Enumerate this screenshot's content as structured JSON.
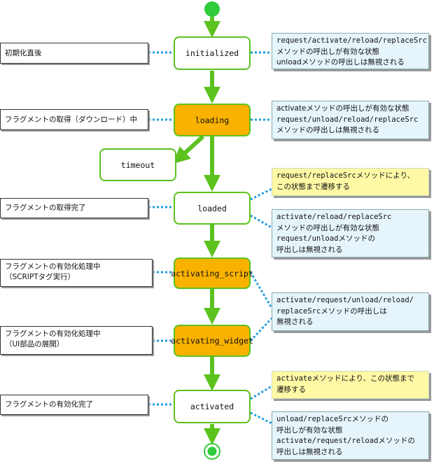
{
  "states": {
    "initialized": "initialized",
    "loading": "loading",
    "timeout": "timeout",
    "loaded": "loaded",
    "activating_script": "activating_script",
    "activating_widget": "activating_widget",
    "activated": "activated"
  },
  "labels": {
    "initialized": [
      "初期化直後"
    ],
    "loading": [
      "フラグメントの取得（ダウンロード）中"
    ],
    "loaded": [
      "フラグメントの取得完了"
    ],
    "activating_script": [
      "フラグメントの有効化処理中",
      "（SCRIPTタグ実行）"
    ],
    "activating_widget": [
      "フラグメントの有効化処理中",
      "（UI部品の展開）"
    ],
    "activated": [
      "フラグメントの有効化完了"
    ]
  },
  "notes": {
    "initialized": [
      "request/activate/reload/replaceSrc",
      "メソッドの呼出しが有効な状態",
      "unloadメソッドの呼出しは無視される"
    ],
    "loading": [
      "activateメソッドの呼出しが有効な状態",
      "request/unload/reload/replaceSrc",
      "メソッドの呼出しは無視される"
    ],
    "loaded_transition": [
      "request/replaceSrcメソッドにより、",
      "この状態まで遷移する"
    ],
    "loaded": [
      "activate/reload/replaceSrc",
      "メソッドの呼出しが有効な状態",
      "request/unloadメソッドの",
      "呼出しは無視される"
    ],
    "activating": [
      "activate/request/unload/reload/",
      "replaceSrcメソッドの呼出しは",
      "無視される"
    ],
    "activated_transition": [
      "activateメソッドにより、この状態まで",
      "遷移する"
    ],
    "activated": [
      "unload/replaceSrcメソッドの",
      "呼出しが有効な状態",
      "activate/request/reloadメソッドの",
      "呼出しは無視される"
    ]
  },
  "colors": {
    "flow_green": "#5cc21e",
    "active_state": "#fab200",
    "connector_blue": "#1f9ce0",
    "note_blue": "#e6f5fc",
    "note_yellow": "#fff9a6"
  }
}
